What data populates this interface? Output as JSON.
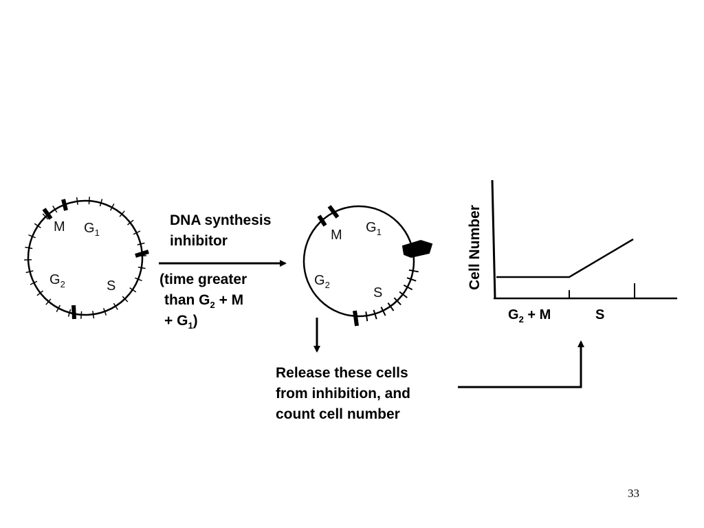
{
  "cycle1": {
    "m": "M",
    "g1": "G",
    "g1_sub": "1",
    "g2": "G",
    "g2_sub": "2",
    "s": "S"
  },
  "cycle2": {
    "m": "M",
    "g1": "G",
    "g1_sub": "1",
    "g2": "G",
    "g2_sub": "2",
    "s": "S"
  },
  "inhibitor": {
    "line1": "DNA synthesis",
    "line2": "inhibitor",
    "cond_line1": "(time greater",
    "cond_line2_pre": "than G",
    "cond_line2_sub": "2",
    "cond_line2_post": " + M",
    "cond_line3_pre": "+ G",
    "cond_line3_sub": "1",
    "cond_line3_post": ")"
  },
  "release": {
    "line1": "Release these cells",
    "line2": "from inhibition, and",
    "line3": "count cell number"
  },
  "graph": {
    "ylabel": "Cell Number",
    "x1_pre": "G",
    "x1_sub": "2",
    "x1_post": " + M",
    "x2": "S"
  },
  "page_number": "33"
}
